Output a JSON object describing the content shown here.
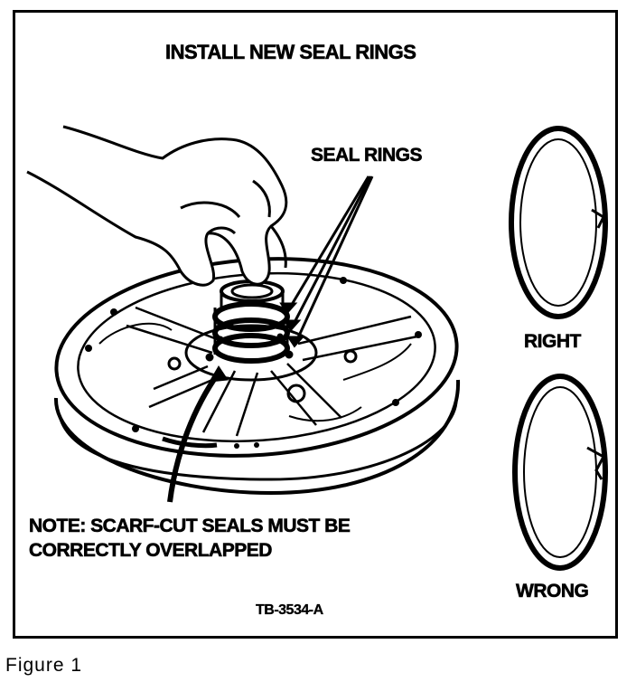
{
  "figure": {
    "title": "INSTALL NEW SEAL RINGS",
    "callout_label": "SEAL RINGS",
    "note_line1": "NOTE: SCARF-CUT SEALS MUST BE",
    "note_line2": "CORRECTLY OVERLAPPED",
    "right_label": "RIGHT",
    "wrong_label": "WRONG",
    "reference": "TB-3534-A",
    "caption": "Figure 1"
  }
}
